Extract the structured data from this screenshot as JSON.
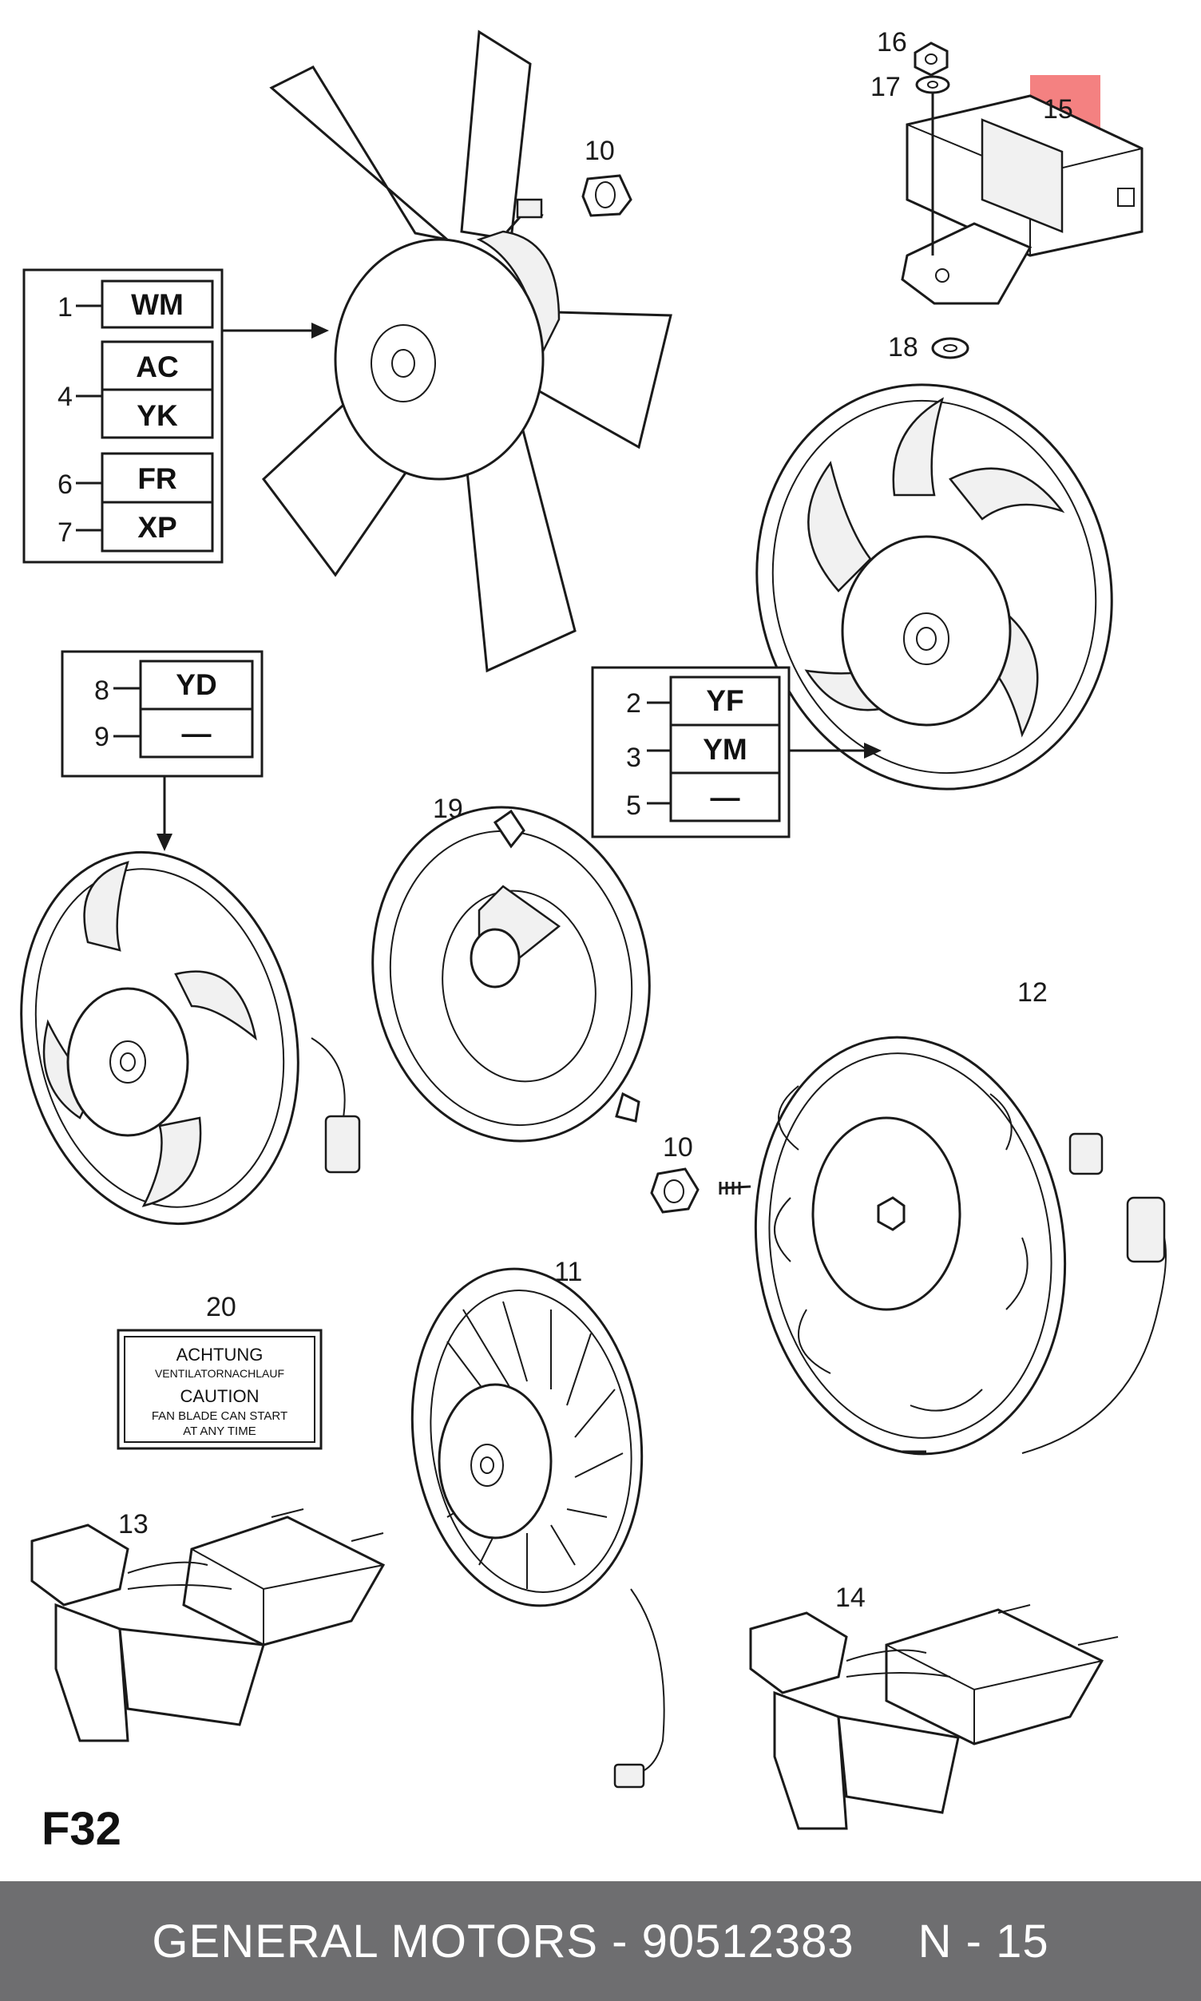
{
  "diagram": {
    "figure_code": "F32",
    "callouts": [
      "1",
      "2",
      "3",
      "4",
      "5",
      "6",
      "7",
      "8",
      "9",
      "10",
      "11",
      "12",
      "13",
      "14",
      "15",
      "16",
      "17",
      "18",
      "19",
      "20"
    ],
    "codes": {
      "wm": "WM",
      "ac": "AC",
      "yk": "YK",
      "fr": "FR",
      "xp": "XP",
      "yd": "YD",
      "yf": "YF",
      "ym": "YM",
      "dash": "—"
    },
    "label": {
      "line1": "ACHTUNG",
      "line2": "VENTILATORNACHLAUF",
      "line3": "CAUTION",
      "line4": "FAN BLADE CAN START",
      "line5": "AT ANY TIME"
    },
    "highlight_color": "#f26b6b"
  },
  "footer": {
    "brand": "GENERAL MOTORS - 90512383",
    "page": "N - 15",
    "background": "#6e6e70"
  }
}
